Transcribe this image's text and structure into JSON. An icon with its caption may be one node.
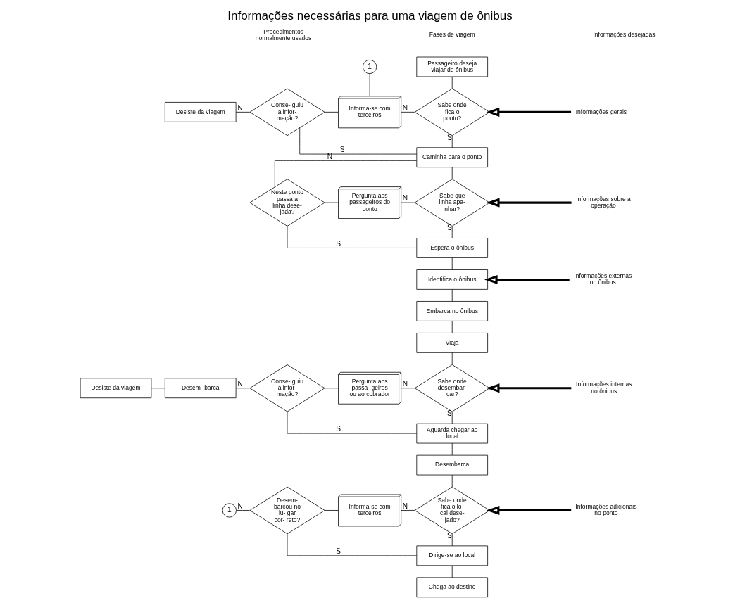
{
  "diagram": {
    "title": "Informações necessárias para uma viagem de ônibus",
    "nodes": [
      {
        "text": [
          "Passageiro deseja viajar de ônibus"
        ]
      },
      {
        "text": [
          "Sabe onde fica o ponto?"
        ]
      },
      {
        "text": [
          "Informa-se com terceiros"
        ]
      },
      {
        "text": [
          "Conse- guiu a infor- mação?"
        ]
      },
      {
        "text": [
          "Desiste da viagem"
        ]
      },
      {
        "text": [
          "1"
        ]
      },
      {
        "text": [
          "Caminha para o ponto"
        ]
      },
      {
        "text": [
          "Sabe que linha apa- nhar?"
        ]
      },
      {
        "text": [
          "Pergunta aos passageiros do ponto"
        ]
      },
      {
        "text": [
          "Neste ponto passa a linha dese- jada?"
        ]
      },
      {
        "text": [
          "Espera o ônibus"
        ]
      },
      {
        "text": [
          "Identifica o ônibus"
        ]
      },
      {
        "text": [
          "Embarca no ônibus"
        ]
      },
      {
        "text": [
          "Viaja"
        ]
      },
      {
        "text": [
          "Sabe onde desembar- car?"
        ]
      },
      {
        "text": [
          "Pergunta aos passa- geiros ou ao cobrador"
        ]
      },
      {
        "text": [
          "Conse- guiu a infor- mação?"
        ]
      },
      {
        "text": [
          "Desem- barca"
        ]
      },
      {
        "text": [
          "Desiste da viagem"
        ]
      },
      {
        "text": [
          "Aguarda chegar ao local"
        ]
      },
      {
        "text": [
          "Desembarca"
        ]
      },
      {
        "text": [
          "Sabe onde fica o lo- cal dese- jado?"
        ]
      },
      {
        "text": [
          "Informa-se com terceiros"
        ]
      },
      {
        "text": [
          "Desem- barcou no lu- gar cor- reto?"
        ]
      },
      {
        "text": [
          "1"
        ]
      },
      {
        "text": [
          "Dirige-se ao local"
        ]
      },
      {
        "text": [
          "Chega ao destino"
        ]
      },
      {
        "text": [
          "Informações gerais"
        ]
      },
      {
        "text": [
          "Informações sobre a operação"
        ]
      },
      {
        "text": [
          "Informações externas no ônibus"
        ]
      },
      {
        "text": [
          "Informações internas no ônibus"
        ]
      },
      {
        "text": [
          "Informações adicionais no ponto"
        ]
      }
    ],
    "edges": [
      {
        "from": 0,
        "to": 1,
        "arrow": "none"
      },
      {
        "from": 2,
        "to": 1,
        "arrow": "none",
        "label": "N"
      },
      {
        "from": 5,
        "to": 2,
        "arrow": "none"
      },
      {
        "from": 3,
        "to": 2,
        "arrow": "none"
      },
      {
        "from": 4,
        "to": 3,
        "arrow": "none",
        "label": "N"
      },
      {
        "from": 1,
        "to": 6,
        "arrow": "none",
        "label": "S"
      },
      {
        "from": 3,
        "to": 6,
        "arrow": "none",
        "label": "S"
      },
      {
        "from": 6,
        "to": 7,
        "arrow": "none"
      },
      {
        "from": 8,
        "to": 7,
        "arrow": "none",
        "label": "N"
      },
      {
        "from": 9,
        "to": 8,
        "arrow": "none"
      },
      {
        "from": 6,
        "to": 9,
        "arrow": "none",
        "label": "N"
      },
      {
        "from": 7,
        "to": 10,
        "arrow": "none",
        "label": "S"
      },
      {
        "from": 9,
        "to": 10,
        "arrow": "none",
        "label": "S"
      },
      {
        "from": 10,
        "to": 11,
        "arrow": "none"
      },
      {
        "from": 11,
        "to": 12,
        "arrow": "none"
      },
      {
        "from": 12,
        "to": 13,
        "arrow": "none"
      },
      {
        "from": 13,
        "to": 14,
        "arrow": "none"
      },
      {
        "from": 15,
        "to": 14,
        "arrow": "none",
        "label": "N"
      },
      {
        "from": 16,
        "to": 15,
        "arrow": "none"
      },
      {
        "from": 17,
        "to": 16,
        "arrow": "none",
        "label": "N"
      },
      {
        "from": 18,
        "to": 17,
        "arrow": "none"
      },
      {
        "from": 14,
        "to": 19,
        "arrow": "none",
        "label": "S"
      },
      {
        "from": 16,
        "to": 19,
        "arrow": "none",
        "label": "S"
      },
      {
        "from": 19,
        "to": 20,
        "arrow": "none"
      },
      {
        "from": 20,
        "to": 21,
        "arrow": "none"
      },
      {
        "from": 22,
        "to": 21,
        "arrow": "none",
        "label": "N"
      },
      {
        "from": 23,
        "to": 22,
        "arrow": "none"
      },
      {
        "from": 24,
        "to": 23,
        "arrow": "none",
        "label": "N"
      },
      {
        "from": 21,
        "to": 25,
        "arrow": "none",
        "label": "S"
      },
      {
        "from": 23,
        "to": 25,
        "arrow": "none",
        "label": "S"
      },
      {
        "from": 25,
        "to": 26,
        "arrow": "none"
      },
      {
        "from": 27,
        "to": 1,
        "arrow": "to",
        "style": "thick"
      },
      {
        "from": 28,
        "to": 7,
        "arrow": "to",
        "style": "thick"
      },
      {
        "from": 29,
        "to": 11,
        "arrow": "to",
        "style": "thick"
      },
      {
        "from": 30,
        "to": 14,
        "arrow": "to",
        "style": "thick"
      },
      {
        "from": 31,
        "to": 21,
        "arrow": "to",
        "style": "thick"
      }
    ],
    "labels": [
      "Procedimentos normalmente usados",
      "Fases de viagem",
      "Informações desejadas"
    ]
  }
}
